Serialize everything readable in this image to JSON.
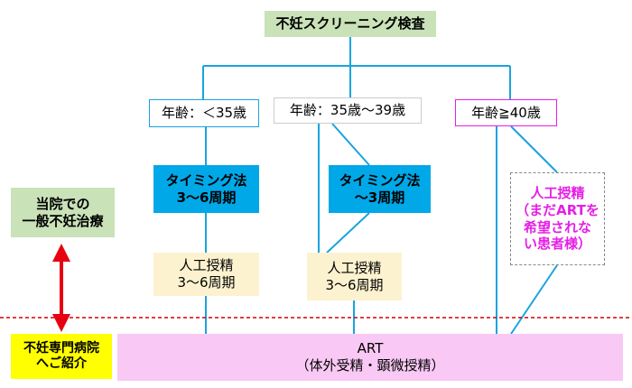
{
  "top": {
    "title": "不妊スクリーニング検査"
  },
  "age_groups": {
    "under35": "年齢：＜35歳",
    "35to39": "年齢：35歳～39歳",
    "over40": "年齢≧40歳"
  },
  "timing": {
    "under35": {
      "line1": "タイミング法",
      "line2": "3～6周期"
    },
    "35to39": {
      "line1": "タイミング法",
      "line2": "～3周期"
    }
  },
  "insemination": {
    "under35": {
      "line1": "人工授精",
      "line2": "3～6周期"
    },
    "35to39": {
      "line1": "人工授精",
      "line2": "3～6周期"
    },
    "over40": {
      "line1": "人工授精",
      "line2": "（まだARTを",
      "line3": "希望されな",
      "line4": "い患者様）"
    }
  },
  "left": {
    "general_line1": "当院での",
    "general_line2": "一般不妊治療",
    "referral_line1": "不妊専門病院",
    "referral_line2": "へご紹介"
  },
  "art": {
    "line1": "ART",
    "line2": "（体外受精・顕微授精）"
  },
  "colors": {
    "green_box": "#c9e2b8",
    "blue_box": "#00a8e8",
    "cream_box": "#fdf2cf",
    "pink_box": "#f9c8f4",
    "yellow_box": "#ffff00",
    "connector": "#1aa3e0",
    "arrow": "#e60012",
    "dashed": "#d00000",
    "magenta_text": "#e61ee6"
  }
}
